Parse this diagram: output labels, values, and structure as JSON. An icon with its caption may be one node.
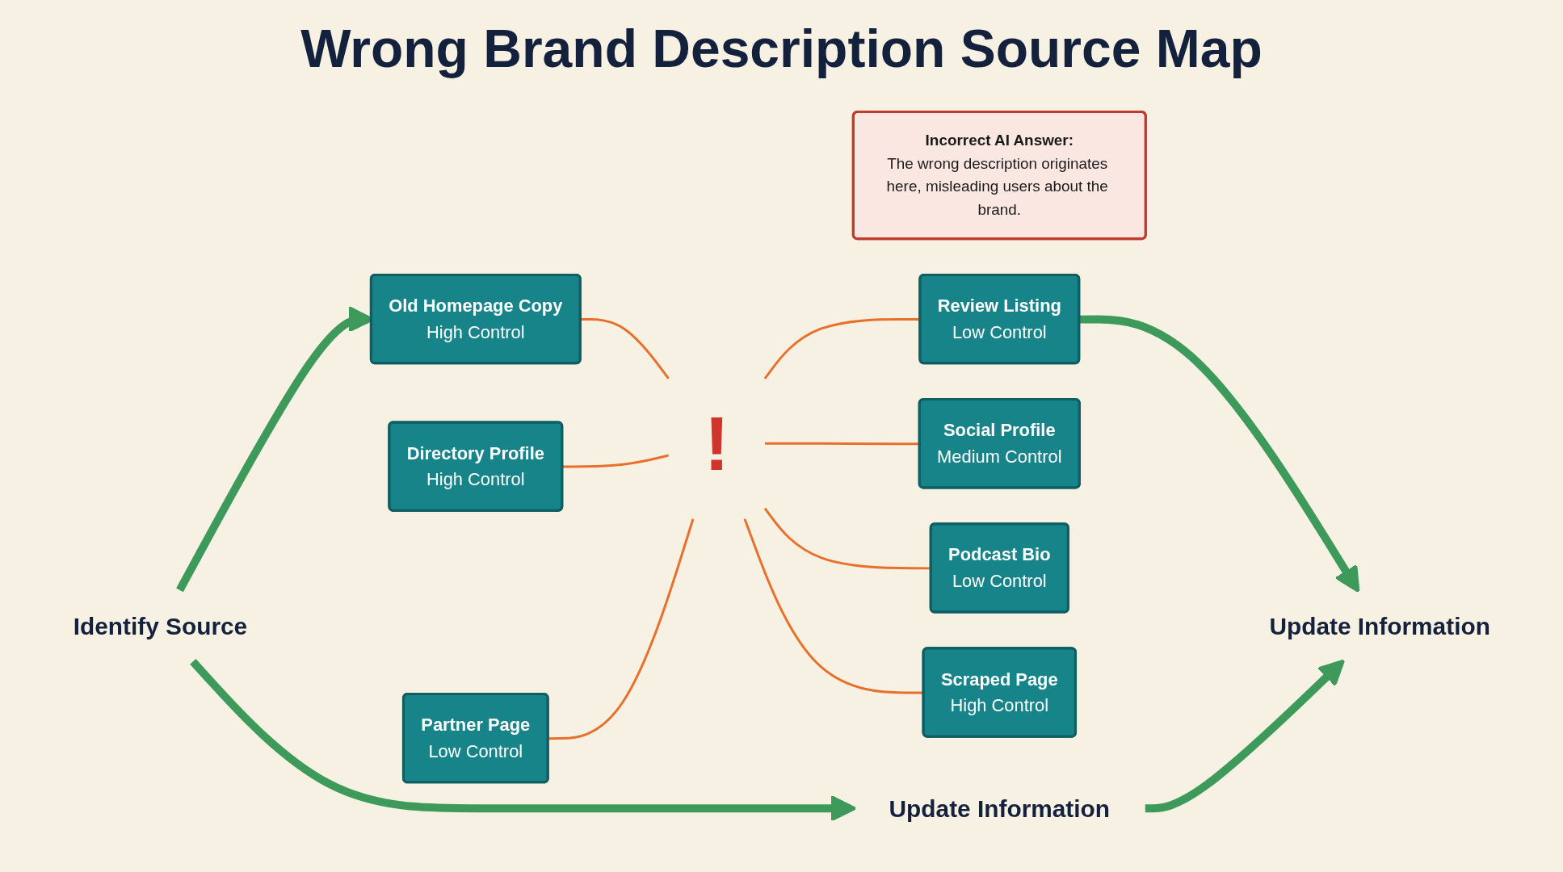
{
  "diagram": {
    "title": "Wrong Brand Description Source Map",
    "nodes": [
      {
        "text": [
          "Old Homepage Copy",
          "High Control"
        ]
      },
      {
        "text": [
          "Incorrect AI Answer:",
          "The wrong description originates here, misleading users about the brand."
        ]
      },
      {
        "text": [
          "Review Listing",
          "Low Control"
        ]
      },
      {
        "text": [
          "Identify Source"
        ]
      },
      {
        "text": [
          "Directory Profile",
          "High Control"
        ]
      },
      {
        "text": [
          "!"
        ]
      },
      {
        "text": [
          "Social Profile",
          "Medium Control"
        ]
      },
      {
        "text": [
          "Update Information"
        ]
      },
      {
        "text": [
          "Partner Page",
          "Low Control"
        ]
      },
      {
        "text": [
          "Podcast Bio",
          "Low Control"
        ]
      },
      {
        "text": [
          "Scraped Page",
          "High Control"
        ]
      },
      {
        "text": [
          "Update Information"
        ]
      }
    ],
    "edges": [
      {
        "from": 3,
        "to": 0,
        "arrow": "to",
        "style": "thick",
        "color": "#3d9a5a"
      },
      {
        "from": 2,
        "to": 7,
        "arrow": "to",
        "style": "thick",
        "color": "#3d9a5a"
      },
      {
        "from": 3,
        "to": 11,
        "arrow": "to",
        "style": "thick",
        "color": "#3d9a5a"
      },
      {
        "from": 11,
        "to": 7,
        "arrow": "to",
        "style": "thick",
        "color": "#3d9a5a"
      },
      {
        "from": 0,
        "to": 5,
        "arrow": "none"
      },
      {
        "from": 4,
        "to": 5,
        "arrow": "none"
      },
      {
        "from": 8,
        "to": 5,
        "arrow": "none"
      },
      {
        "from": 5,
        "to": 9,
        "arrow": "none"
      },
      {
        "from": 5,
        "to": 2,
        "arrow": "none"
      },
      {
        "from": 5,
        "to": 6,
        "arrow": "none"
      },
      {
        "from": 5,
        "to": 10,
        "arrow": "none"
      }
    ]
  }
}
